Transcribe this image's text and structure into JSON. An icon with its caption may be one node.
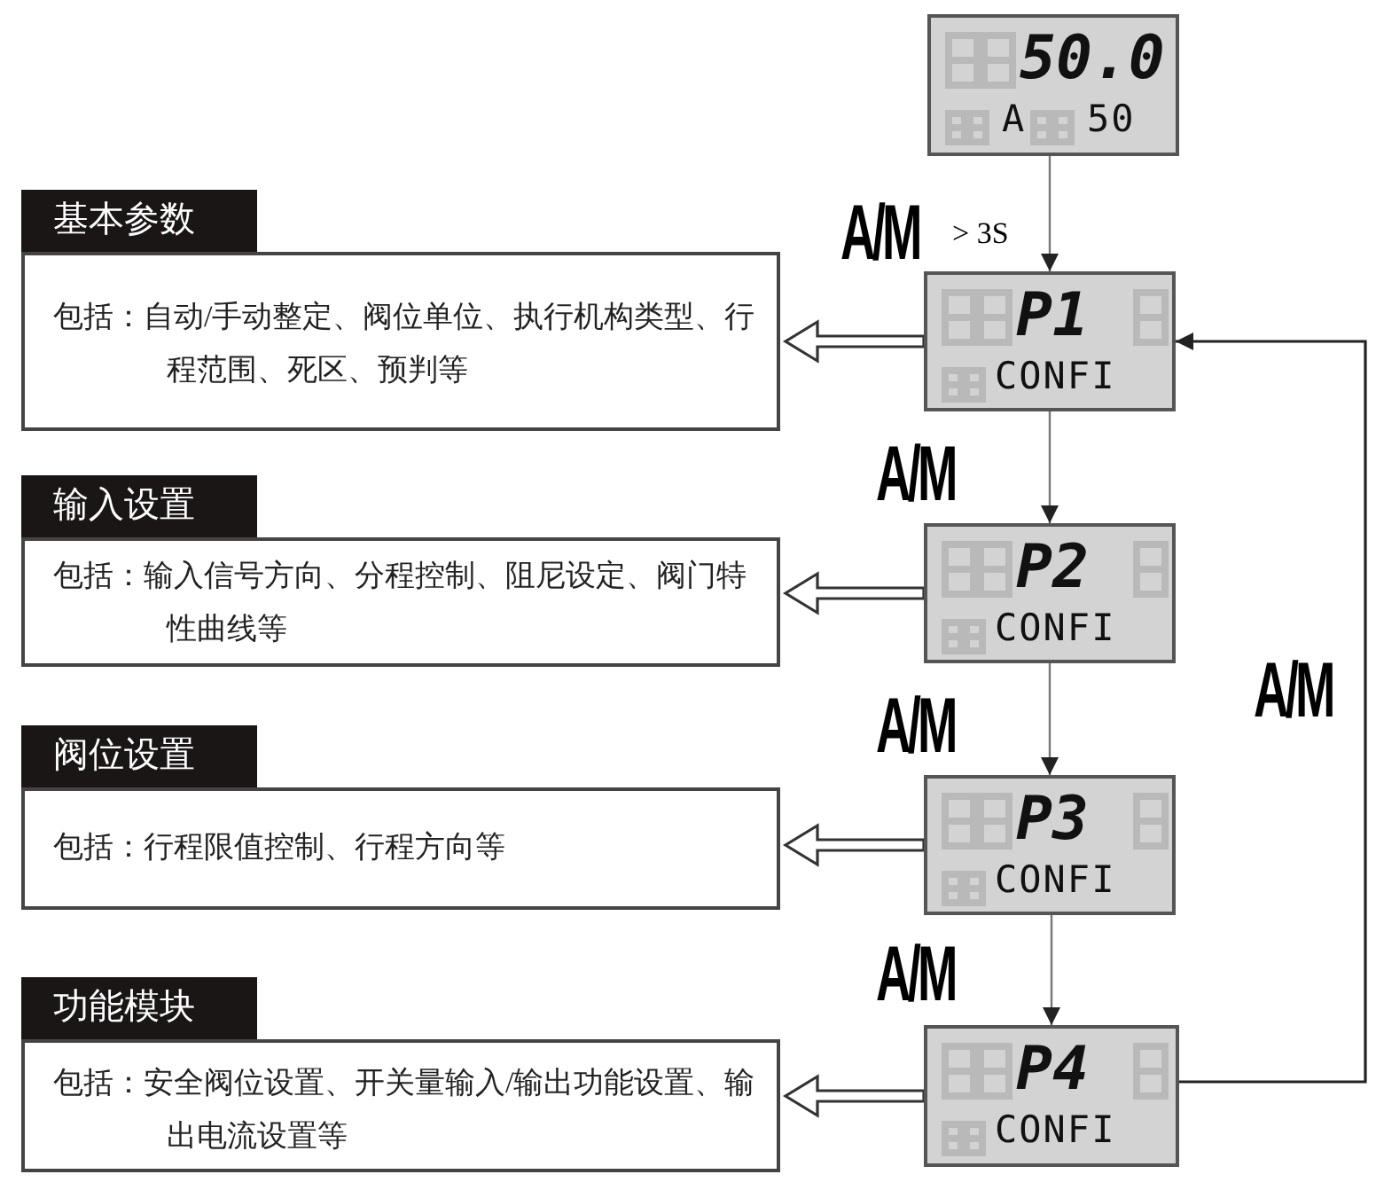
{
  "diagram": {
    "nodes": [
      {
        "text": [
          "50.0",
          "A",
          "50"
        ]
      },
      {
        "text": [
          "P1",
          "CONFI"
        ]
      },
      {
        "text": [
          "P2",
          "CONFI"
        ]
      },
      {
        "text": [
          "P3",
          "CONFI"
        ]
      },
      {
        "text": [
          "P4",
          "CONFI"
        ]
      },
      {
        "text": [
          "基本参数",
          "包括：自动/手动整定、阀位单位、执行机构类型、行程范围、死区、预判等"
        ]
      },
      {
        "text": [
          "输入设置",
          "包括：输入信号方向、分程控制、阻尼设定、阀门特性曲线等"
        ]
      },
      {
        "text": [
          "阀位设置",
          "包括：行程限值控制、行程方向等"
        ]
      },
      {
        "text": [
          "功能模块",
          "包括：安全阀位设置、开关量输入/输出功能设置、输出电流设置等"
        ]
      }
    ],
    "edges": [
      {
        "from": 0,
        "to": 1,
        "arrow": "to",
        "label": "A/M"
      },
      {
        "from": 1,
        "to": 2,
        "arrow": "to",
        "label": "A/M"
      },
      {
        "from": 2,
        "to": 3,
        "arrow": "to",
        "label": "A/M"
      },
      {
        "from": 3,
        "to": 4,
        "arrow": "to",
        "label": "A/M"
      },
      {
        "from": 4,
        "to": 1,
        "arrow": "to",
        "label": "A/M"
      },
      {
        "from": 1,
        "to": 5,
        "arrow": "to",
        "style": "thick"
      },
      {
        "from": 2,
        "to": 6,
        "arrow": "to",
        "style": "thick"
      },
      {
        "from": 3,
        "to": 7,
        "arrow": "to",
        "style": "thick"
      },
      {
        "from": 4,
        "to": 8,
        "arrow": "to",
        "style": "thick"
      }
    ],
    "labels": [
      "> 3S"
    ]
  }
}
